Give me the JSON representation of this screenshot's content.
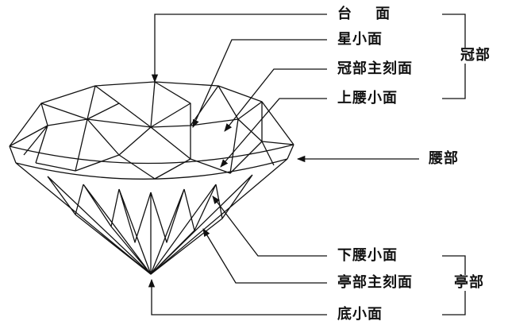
{
  "crown_labels": {
    "table": "台    面",
    "star_facet": "星小面",
    "crown_main_facet": "冠部主刻面",
    "upper_girdle_facet": "上腰小面"
  },
  "crown_group": "冠部",
  "girdle": "腰部",
  "pavilion_labels": {
    "lower_girdle_facet": "下腰小面",
    "pavilion_main_facet": "亭部主刻面",
    "culet": "底小面"
  },
  "pavilion_group": "亭部"
}
